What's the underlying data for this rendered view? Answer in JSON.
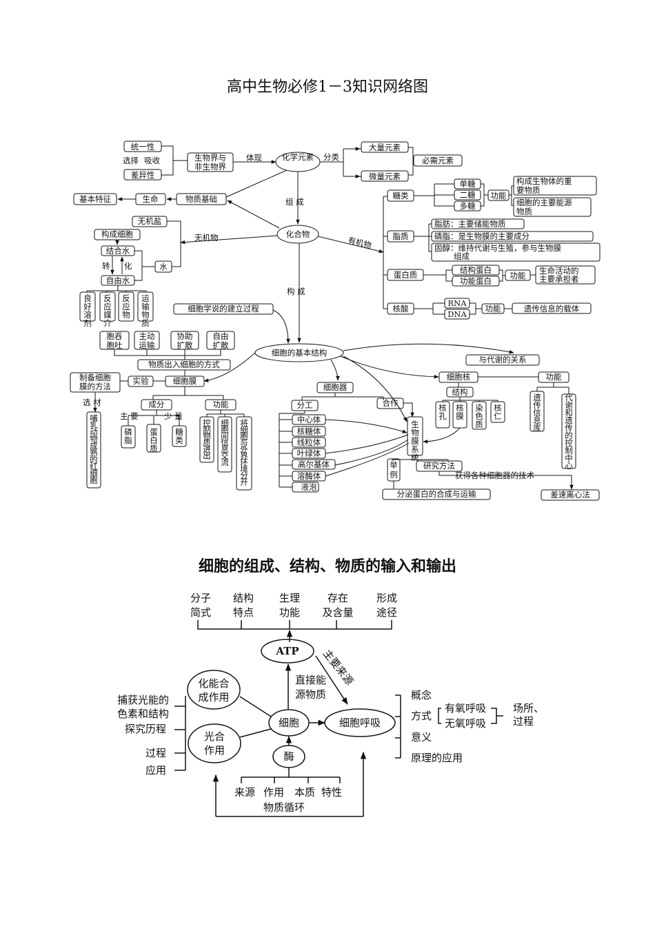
{
  "page": {
    "title1": "高中生物必修1－3知识网络图",
    "title2": "细胞的组成、结构、物质的输入和输出"
  },
  "colors": {
    "ink": "#111111",
    "background": "#ffffff"
  },
  "map1": {
    "center_top": "化学元素",
    "center_mid": "化合物",
    "center_cell": "细胞的基本结构",
    "edge_tixian": "体现",
    "edge_fenlei": "分类",
    "edge_zucheng": "组 成",
    "edge_goucheng": "构 成",
    "edge_wuji": "无机物",
    "edge_youji": "有机物",
    "unity": "统一性",
    "diff": "差异性",
    "select": "选择",
    "absorb": "吸收",
    "world": [
      "生物界与",
      "非生物界"
    ],
    "basic_feature": "基本特征",
    "life": "生命",
    "material_basis": "物质基础",
    "major_el": "大量元素",
    "trace_el": "微量元素",
    "essential_el": "必需元素",
    "sugar": "糖类",
    "mono": "单糖",
    "di": "二糖",
    "poly": "多糖",
    "func": "功能",
    "sugar_f1": [
      "构成生物体的重",
      "要物质"
    ],
    "sugar_f2": [
      "细胞的主要能源",
      "物质"
    ],
    "lipid": "脂质",
    "fat": "脂肪：主要储能物质",
    "phos": "磷脂：是生物膜的主要成分",
    "sterol": [
      "固醇：维持代谢与生殖，参与生物膜",
      "组成"
    ],
    "protein": "蛋白质",
    "struct_prot": "结构蛋白",
    "func_prot": "功能蛋白",
    "prot_func": [
      "生命活动的",
      "主要承担者"
    ],
    "nucleic": "核酸",
    "rna": "RNA",
    "dna": "DNA",
    "nuc_func": "遗传信息的载体",
    "inorg_salt": "无机盐",
    "constitute_cell": "构成细胞",
    "bound_water": "结合水",
    "free_water": "自由水",
    "zhuan": "转",
    "hua": "化",
    "water": "水",
    "fw_roles": [
      "良好溶剂",
      "反应媒介",
      "反应物",
      "运输物质"
    ],
    "cell_theory": "细胞学说的建立过程",
    "transport": [
      "胞吞胞吐",
      "主动运输",
      "协助扩散",
      "自由扩散"
    ],
    "transport_way": "物质出入细胞的方式",
    "prep_method": [
      "制备细胞",
      "膜的方法"
    ],
    "experiment": "实验",
    "cell_membrane": "细胞膜",
    "xuancai": "选 材",
    "mammal_rbc": "哺乳动物成熟的红细胞",
    "components": "成分",
    "zhuyao": "主 要",
    "shaoliang": "少 量",
    "comp_items": [
      "磷脂",
      "蛋白质",
      "糖类"
    ],
    "mem_funcs": [
      "控制物质进出",
      "细胞间信息交流",
      "将细胞与外界环境分开"
    ],
    "organelles": "细胞器",
    "division": "分工",
    "cooperation": "合作",
    "org_list": [
      "中心体",
      "核糖体",
      "线粒体",
      "叶绿体",
      "高尔基体",
      "溶酶体",
      "液泡"
    ],
    "biomembrane": "生物膜系统",
    "example": "举例",
    "secretory": "分泌蛋白的合成与运输",
    "research": "研究方法",
    "tech": "获得各种细胞器的技术",
    "centrifuge": "差速离心法",
    "metabolism": "与代谢的关系",
    "nucleus": "细胞核",
    "nuc_struct": "结构",
    "nuc_parts": [
      "核孔",
      "核膜",
      "染色质",
      "核仁"
    ],
    "nuc_funcs": [
      "遗传信息库",
      "代谢和遗传的控制中心"
    ]
  },
  "map2": {
    "top_items": [
      [
        "分子",
        "简式"
      ],
      [
        "结构",
        "特点"
      ],
      [
        "生理",
        "功能"
      ],
      [
        "存在",
        "及含量"
      ],
      [
        "形成",
        "途径"
      ]
    ],
    "atp": "ATP",
    "main_source": "主要来源",
    "direct_energy": [
      "直接能",
      "源物质"
    ],
    "chemo": [
      "化能合",
      "成作用"
    ],
    "photo": [
      "光合",
      "作用"
    ],
    "cell": "细胞",
    "resp": "细胞呼吸",
    "enzyme": "酶",
    "left_items": [
      "捕获光能的",
      "色素和结构",
      "探究历程",
      "过程",
      "应用"
    ],
    "right_items": [
      "概念",
      "方式",
      "意义",
      "原理的应用"
    ],
    "aerobic": "有氧呼吸",
    "anaerobic": "无氧呼吸",
    "place": [
      "场所、",
      "过程"
    ],
    "enzyme_items": [
      "来源",
      "作用",
      "本质",
      "特性"
    ],
    "cycle": "物质循环"
  }
}
